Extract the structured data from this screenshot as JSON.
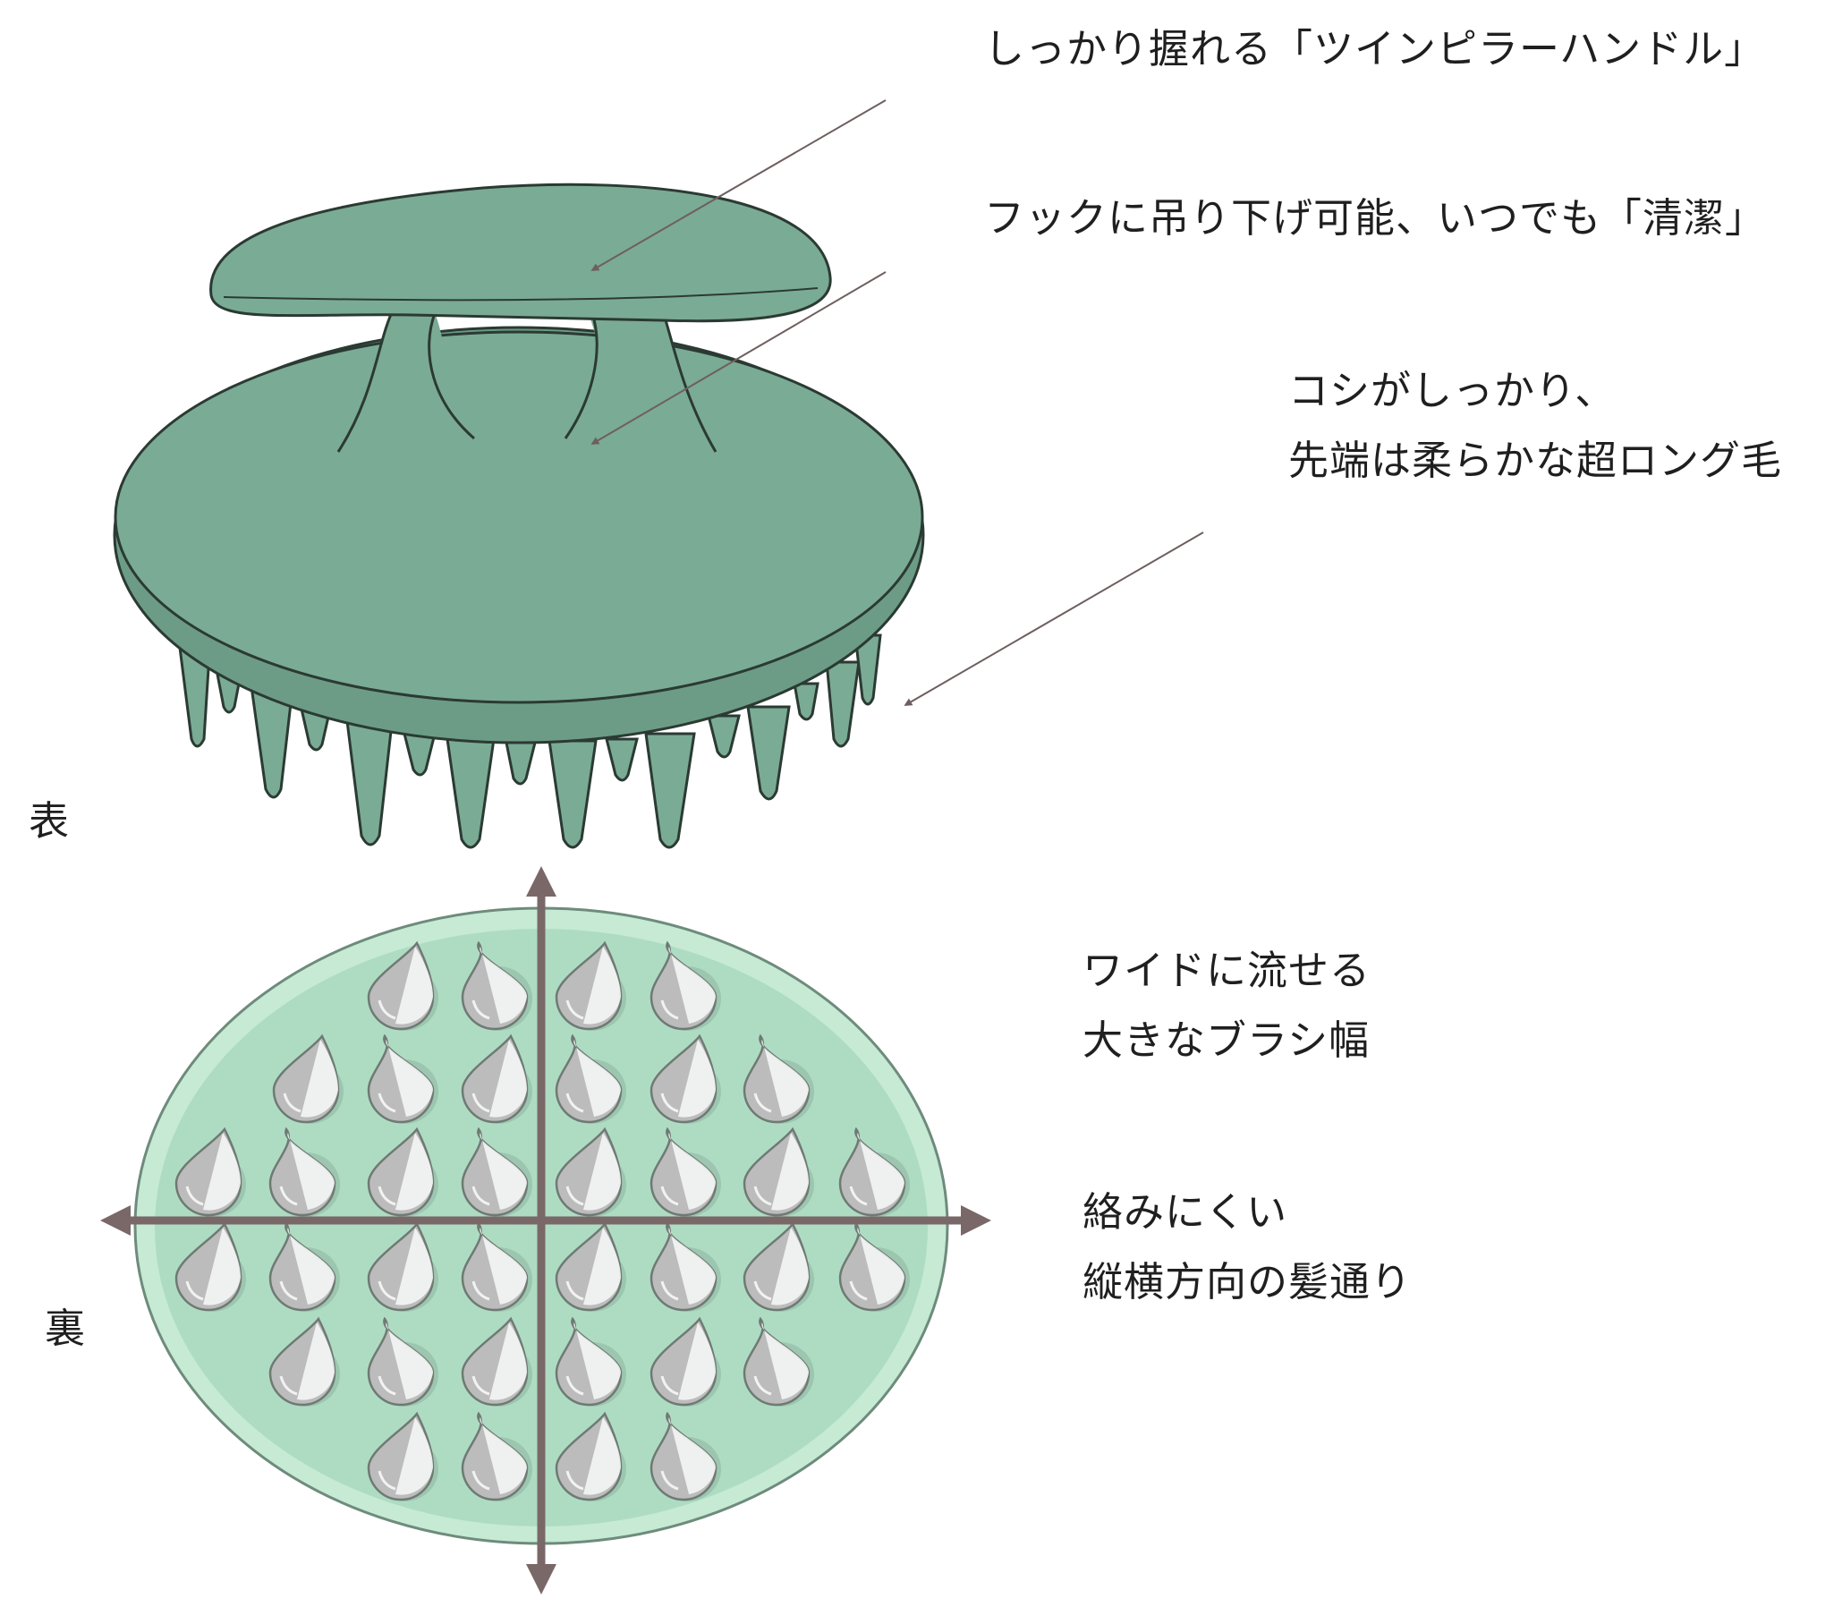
{
  "sides": {
    "front": "表",
    "back": "裏"
  },
  "callouts": {
    "handle": "しっかり握れる「ツインピラーハンドル」",
    "hook": "フックに吊り下げ可能、いつでも「清潔」",
    "bristles_line1": "コシがしっかり、",
    "bristles_line2": "先端は柔らかな超ロング毛",
    "width_line1": "ワイドに流せる",
    "width_line2": "大きなブラシ幅",
    "tangle_line1": "絡みにくい",
    "tangle_line2": "縦横方向の髪通り"
  },
  "colors": {
    "brush_green": "#7aab95",
    "brush_outline": "#2b3a33",
    "back_fill": "#a9d9bf",
    "back_rim": "#c6ead4",
    "spike_gray": "#bcbcbc",
    "spike_white": "#f4f6f5",
    "arrow_color": "#7a6868",
    "leader_color": "#6e5f5f"
  }
}
